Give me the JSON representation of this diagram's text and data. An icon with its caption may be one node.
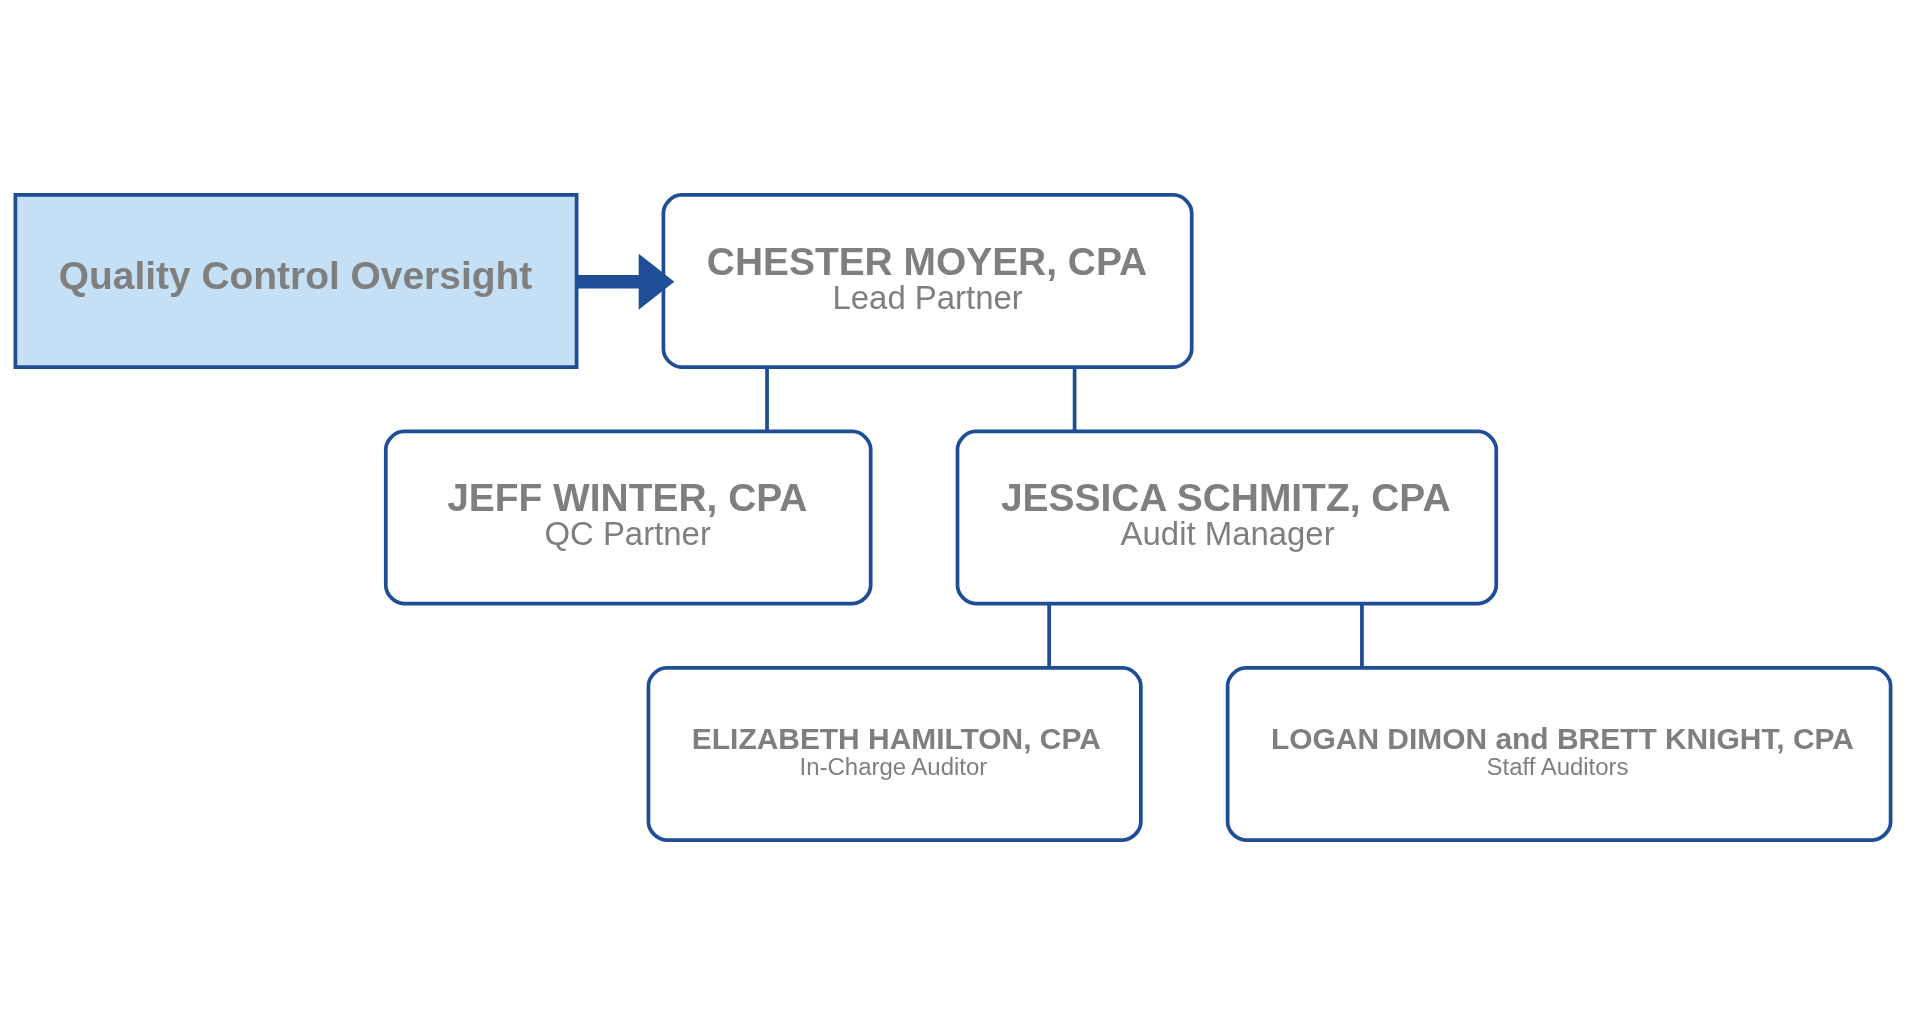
{
  "diagram": {
    "nodes": [
      {
        "text": [
          "Quality Control Oversight"
        ]
      },
      {
        "text": [
          "CHESTER MOYER, CPA",
          "Lead Partner"
        ]
      },
      {
        "text": [
          "JEFF WINTER, CPA",
          "QC Partner"
        ]
      },
      {
        "text": [
          "JESSICA SCHMITZ, CPA",
          "Audit Manager"
        ]
      },
      {
        "text": [
          "ELIZABETH HAMILTON, CPA",
          "In-Charge Auditor"
        ]
      },
      {
        "text": [
          "LOGAN DIMON and BRETT KNIGHT, CPA",
          "Staff Auditors"
        ]
      }
    ],
    "edges": [
      {
        "from": 0,
        "to": 1,
        "arrow": "to",
        "style": "thick"
      },
      {
        "from": 1,
        "to": 2,
        "arrow": "none"
      },
      {
        "from": 1,
        "to": 3,
        "arrow": "none"
      },
      {
        "from": 3,
        "to": 4,
        "arrow": "none"
      },
      {
        "from": 3,
        "to": 5,
        "arrow": "none"
      }
    ]
  }
}
